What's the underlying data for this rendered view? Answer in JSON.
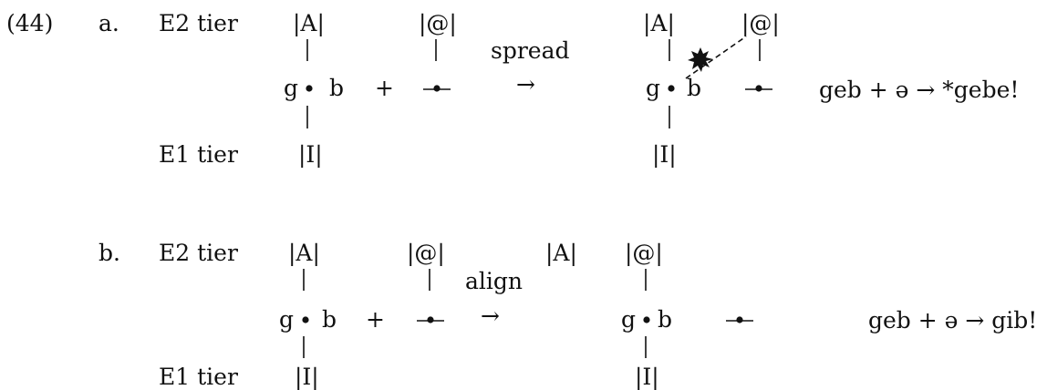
{
  "example_number": "(44)",
  "rows": [
    {
      "label": "a.",
      "upper_tier": "E2 tier",
      "lower_tier": "E1 tier",
      "stem": {
        "top": "|A|",
        "left": "g",
        "right": "b",
        "bottom": "|I|"
      },
      "plus": "+",
      "suffix_element": "|@|",
      "operation": "spread",
      "arrow": "→",
      "result": {
        "top_left": "|A|",
        "top_right": "|@|",
        "left": "g",
        "right": "b",
        "bottom": "|I|",
        "blocked_association": true
      },
      "gloss": "geb + ə → *gebe!"
    },
    {
      "label": "b.",
      "upper_tier": "E2 tier",
      "lower_tier": "E1 tier",
      "stem": {
        "top": "|A|",
        "left": "g",
        "right": "b",
        "bottom": "|I|"
      },
      "plus": "+",
      "suffix_element": "|@|",
      "operation": "align",
      "arrow": "→",
      "result": {
        "floating": "|A|",
        "top": "|@|",
        "left": "g",
        "right": "b",
        "bottom": "|I|"
      },
      "gloss": "geb + ə → gib!"
    }
  ]
}
